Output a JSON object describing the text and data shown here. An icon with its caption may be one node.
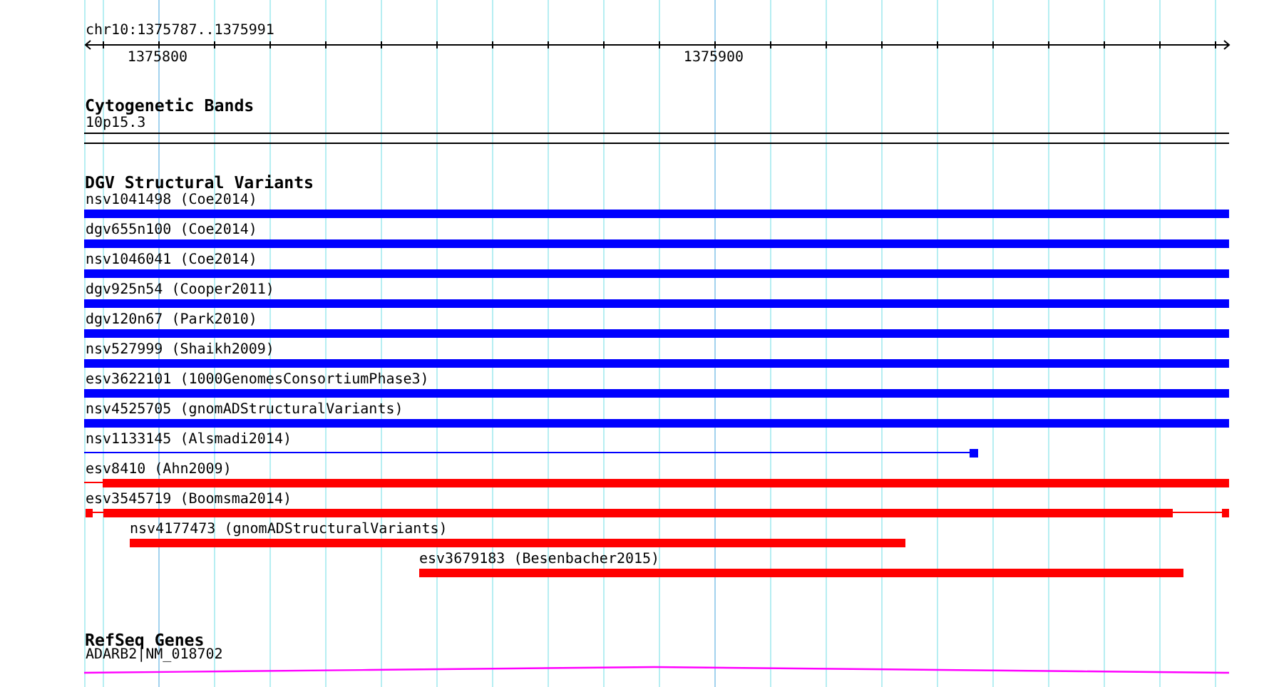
{
  "diagram": {
    "nodes": [
      {
        "text": [
          "10p15.3"
        ]
      },
      {
        "text": [
          "nsv1041498 (Coe2014)"
        ]
      },
      {
        "text": [
          "dgv655n100 (Coe2014)"
        ]
      },
      {
        "text": [
          "nsv1046041 (Coe2014)"
        ]
      },
      {
        "text": [
          "dgv925n54 (Cooper2011)"
        ]
      },
      {
        "text": [
          "dgv120n67 (Park2010)"
        ]
      },
      {
        "text": [
          "nsv527999 (Shaikh2009)"
        ]
      },
      {
        "text": [
          "esv3622101 (1000GenomesConsortiumPhase3)"
        ]
      },
      {
        "text": [
          "nsv4525705 (gnomADStructuralVariants)"
        ]
      },
      {
        "text": [
          "nsv1133145 (Alsmadi2014)"
        ]
      },
      {
        "text": [
          "esv8410 (Ahn2009)"
        ]
      },
      {
        "text": [
          "esv3545719 (Boomsma2014)"
        ]
      },
      {
        "text": [
          "nsv4177473 (gnomADStructuralVariants)"
        ]
      },
      {
        "text": [
          "esv3679183 (Besenbacher2015)"
        ]
      },
      {
        "text": [
          "ADARB2|NM_018702"
        ]
      }
    ],
    "labels": [
      "chr10:1375787..1375991",
      "1375800",
      "1375900",
      "Cytogenetic Bands",
      "DGV Structural Variants",
      "RefSeq Genes"
    ]
  }
}
